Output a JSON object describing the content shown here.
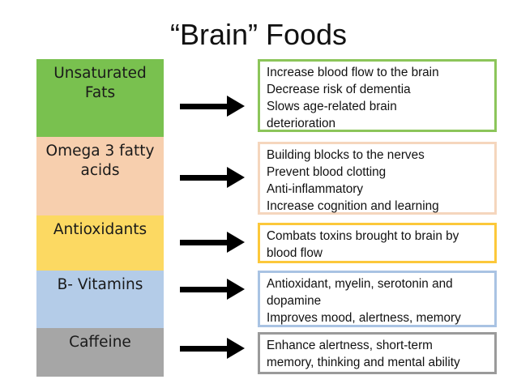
{
  "title": "“Brain” Foods",
  "categories": [
    {
      "label_lines": [
        "Unsaturated",
        "Fats"
      ],
      "color": "#79c14f"
    },
    {
      "label_lines": [
        "Omega 3 fatty",
        "acids"
      ],
      "color": "#f7cfae"
    },
    {
      "label_lines": [
        "Antioxidants"
      ],
      "color": "#fcd962"
    },
    {
      "label_lines": [
        "B- Vitamins"
      ],
      "color": "#b4cce8"
    },
    {
      "label_lines": [
        "Caffeine"
      ],
      "color": "#a6a6a6"
    }
  ],
  "descriptions": [
    {
      "lines": [
        "Increase blood flow to the brain",
        "Decrease risk of dementia",
        "Slows age-related brain",
        "deterioration"
      ],
      "border_color": "#8cc55a"
    },
    {
      "lines": [
        "Building blocks to the nerves",
        "Prevent blood clotting",
        "Anti-inflammatory",
        "Increase cognition and learning"
      ],
      "border_color": "#f5d6bd"
    },
    {
      "lines": [
        "Combats toxins brought to brain by",
        "blood flow"
      ],
      "border_color": "#fcc83a"
    },
    {
      "lines": [
        "Antioxidant, myelin, serotonin and",
        "dopamine",
        "Improves mood, alertness, memory"
      ],
      "border_color": "#a9c3e3"
    },
    {
      "lines": [
        "Enhance alertness, short-term",
        "memory, thinking and mental ability"
      ],
      "border_color": "#9a9a9a"
    }
  ]
}
